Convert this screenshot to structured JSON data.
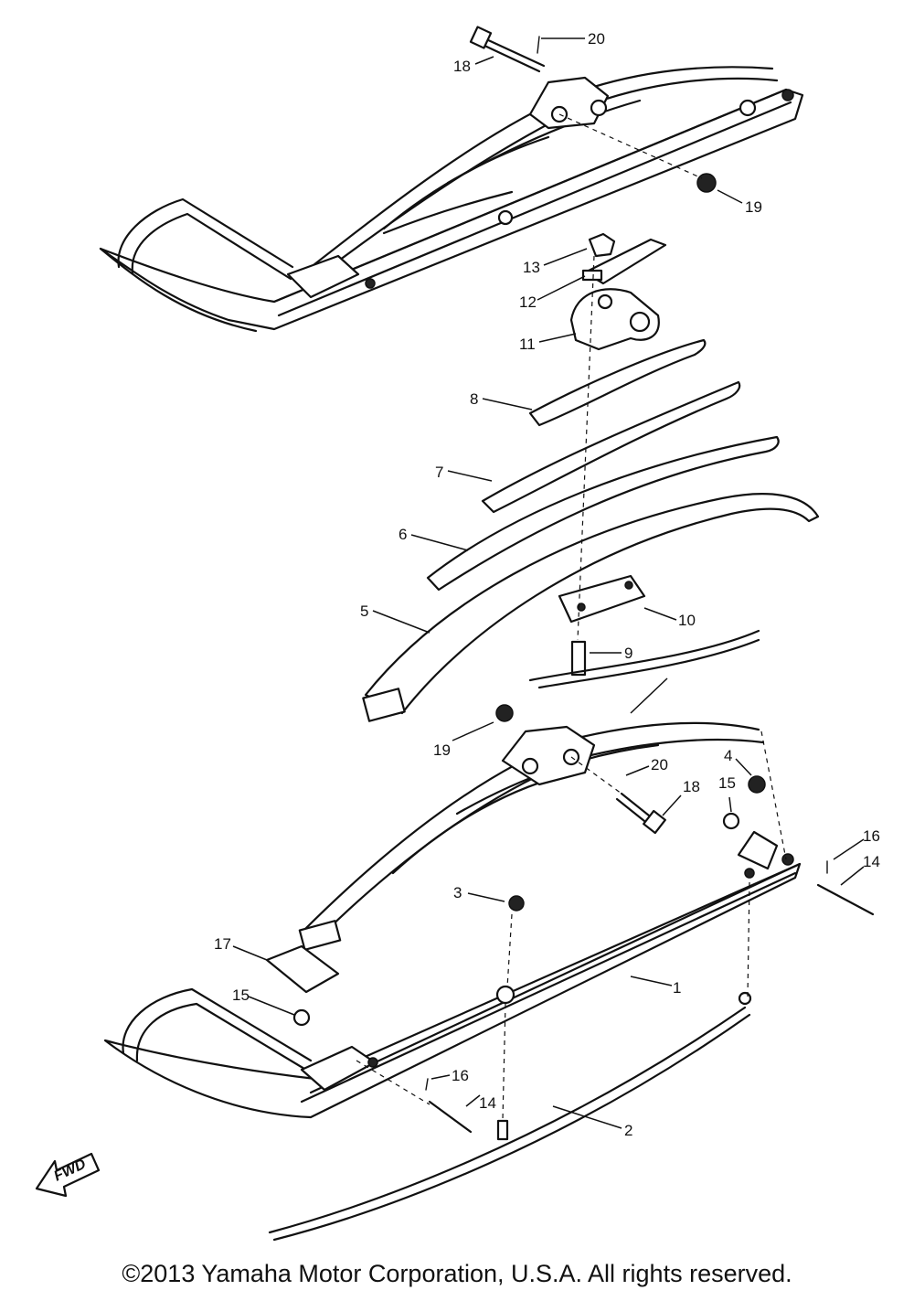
{
  "diagram": {
    "callouts": {
      "c1": "1",
      "c2": "2",
      "c3": "3",
      "c4": "4",
      "c5": "5",
      "c6": "6",
      "c7": "7",
      "c8": "8",
      "c9": "9",
      "c10": "10",
      "c11": "11",
      "c12": "12",
      "c13": "13",
      "c14a": "14",
      "c14b": "14",
      "c15a": "15",
      "c15b": "15",
      "c16a": "16",
      "c16b": "16",
      "c17": "17",
      "c18a": "18",
      "c18b": "18",
      "c19a": "19",
      "c19b": "19",
      "c20a": "20",
      "c20b": "20"
    },
    "direction_label": "FWD"
  },
  "footer": {
    "copyright": "©2013 Yamaha Motor Corporation, U.S.A. All rights reserved."
  }
}
